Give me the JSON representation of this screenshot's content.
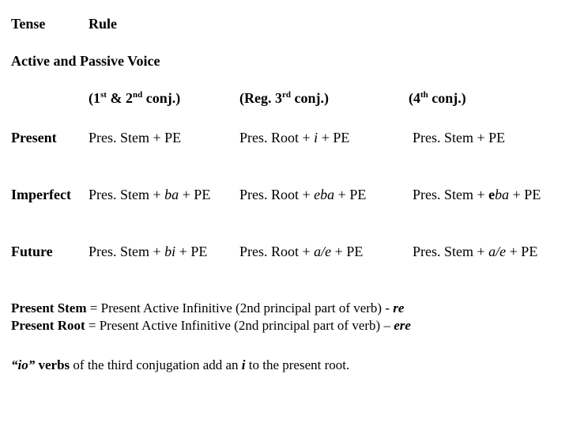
{
  "colors": {
    "background": "#ffffff",
    "text": "#000000"
  },
  "header": {
    "tense": "Tense",
    "rule": "Rule"
  },
  "section_title": "Active and Passive Voice",
  "columns": {
    "conj12": {
      "p1": "(1",
      "s1": "st",
      "p2": " & 2",
      "s2": "nd",
      "p3": " conj.)"
    },
    "conj3": {
      "p1": "(Reg. 3",
      "s1": "rd",
      "p2": " conj.)"
    },
    "conj4": {
      "p1": "(4",
      "s1": "th",
      "p2": " conj.)"
    }
  },
  "rows": {
    "present": {
      "label": "Present",
      "conj12": "Pres. Stem + PE",
      "conj3_pre": "Pres. Root + ",
      "conj3_it": "i",
      "conj3_post": " + PE",
      "conj4": "Pres. Stem + PE"
    },
    "imperfect": {
      "label": "Imperfect",
      "conj12_pre": "Pres. Stem + ",
      "conj12_it": "ba",
      "conj12_post": " + PE",
      "conj3_pre": "Pres. Root + ",
      "conj3_it": "eba",
      "conj3_post": " + PE",
      "conj4_pre": "Pres. Stem + ",
      "conj4_bold": "e",
      "conj4_it": "ba",
      "conj4_post": " + PE"
    },
    "future": {
      "label": "Future",
      "conj12_pre": "Pres. Stem + ",
      "conj12_it": "bi",
      "conj12_post": " + PE",
      "conj3_pre": "Pres. Root + ",
      "conj3_it": "a/e",
      "conj3_post": " + PE",
      "conj4_pre": "Pres. Stem + ",
      "conj4_it": "a/e",
      "conj4_post": " + PE"
    }
  },
  "notes": {
    "line1_bold": "Present Stem",
    "line1_text": " = Present Active Infinitive (2nd principal part of verb) - ",
    "line1_suffix": "re",
    "line2_bold": "Present Root",
    "line2_text": " = Present Active Infinitive (2nd principal part of verb) – ",
    "line2_suffix": "ere"
  },
  "io_note": {
    "io": "“io”",
    "verbs": " verbs",
    "mid": " of the third conjugation add an ",
    "i": "i",
    "end": " to the present root."
  }
}
